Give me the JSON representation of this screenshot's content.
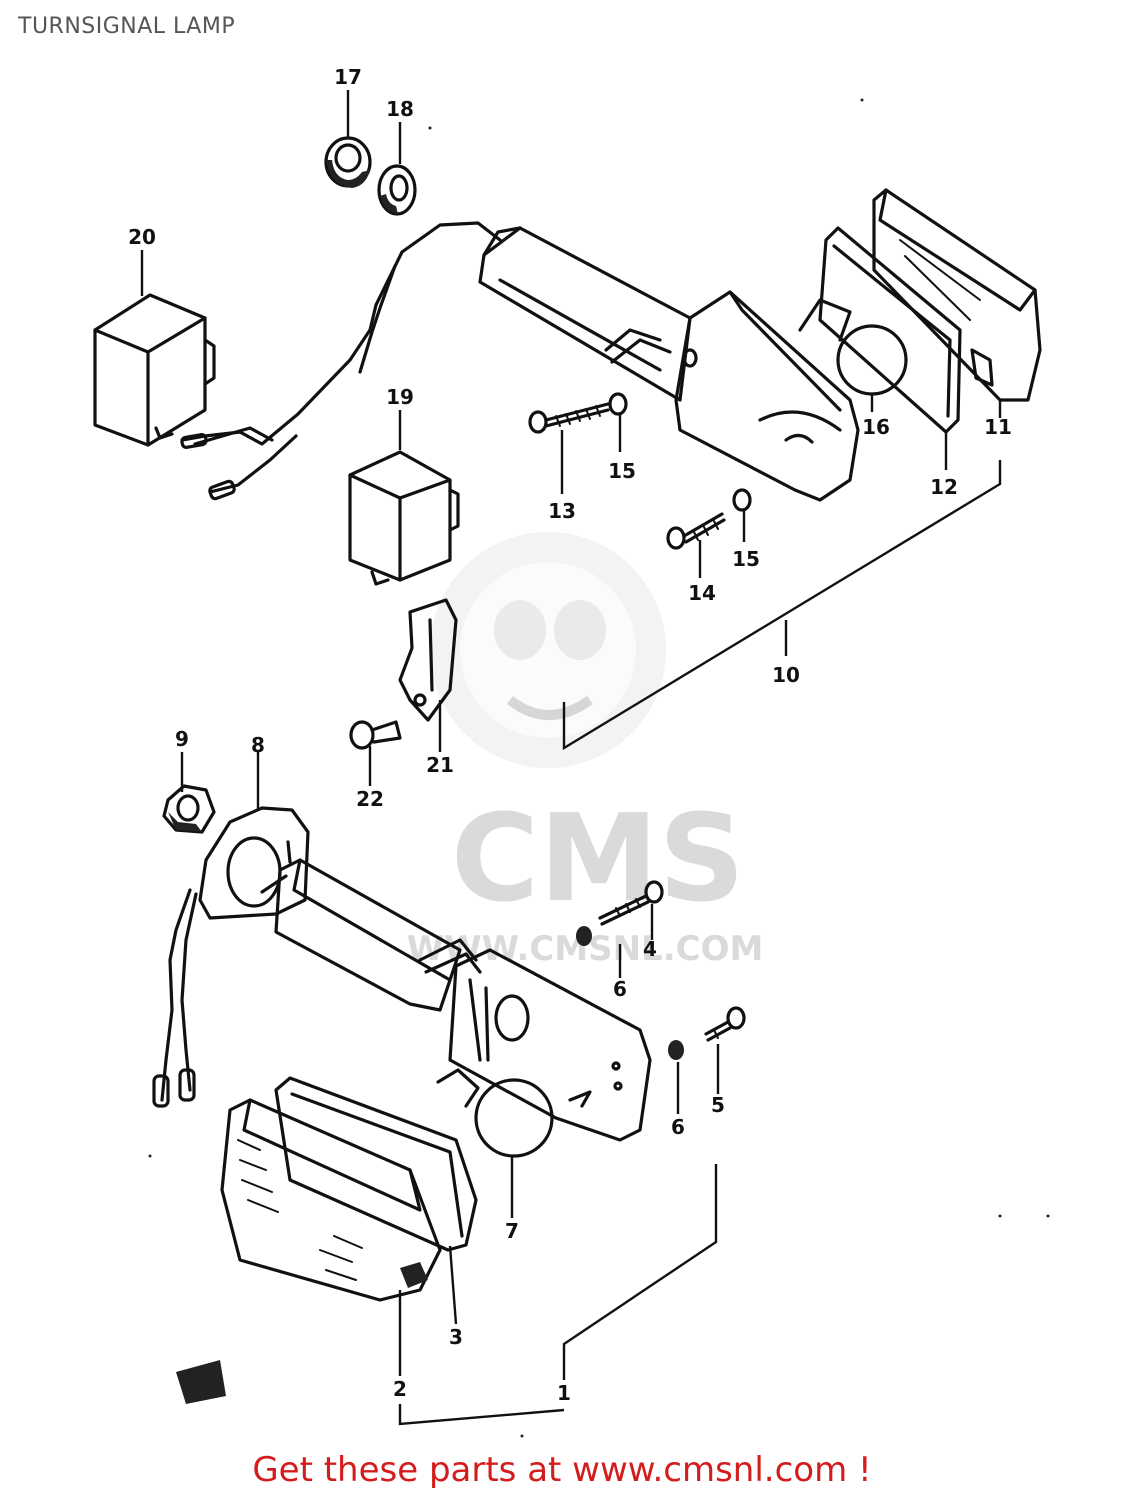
{
  "title": "TURNSIGNAL LAMP",
  "footer": "Get these parts at www.cmsnl.com !",
  "watermark": {
    "logo_text": "CMS",
    "url_text": "WWW.CMSNL.COM"
  },
  "part_numbers": {
    "p1": "1",
    "p2": "2",
    "p3": "3",
    "p4": "4",
    "p5": "5",
    "p6a": "6",
    "p6b": "6",
    "p7": "7",
    "p8": "8",
    "p9": "9",
    "p10": "10",
    "p11": "11",
    "p12": "12",
    "p13": "13",
    "p14": "14",
    "p15a": "15",
    "p15b": "15",
    "p16": "16",
    "p17": "17",
    "p18": "18",
    "p19": "19",
    "p20": "20",
    "p21": "21",
    "p22": "22"
  },
  "colors": {
    "line": "#111111",
    "title": "#555555",
    "footer": "#d41c1c",
    "watermark": "#d8d8d8"
  }
}
